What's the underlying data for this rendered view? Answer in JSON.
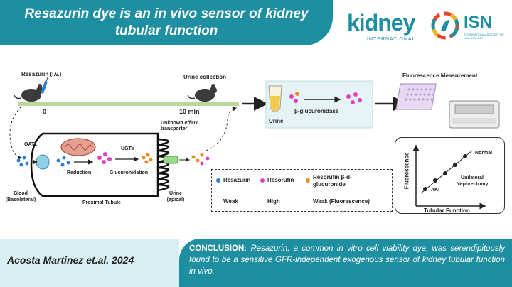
{
  "header": {
    "title": "Resazurin dye is an in vivo sensor of kidney tubular function",
    "kidney_logo": "kidney",
    "kidney_logo_sub": "INTERNATIONAL",
    "isn_logo": "ISN",
    "isn_logo_sub": "INTERNATIONAL SOCIETY OF NEPHROLOGY"
  },
  "timeline": {
    "start_label": "Resazurin (i.v.)",
    "end_label": "Urine collection",
    "start_time": "0",
    "end_time": "10 min"
  },
  "assay": {
    "urine_label": "Urine",
    "enzyme_label": "β-glucuronidase",
    "measurement_label": "Fluorescence Measurement"
  },
  "tubule": {
    "oat1": "OAT1",
    "reduction": "Reduction",
    "ugts": "UGTs",
    "glucuronidation": "Glucuronidation",
    "transporter": "Unknown efflux transporter",
    "blood": "Blood (Basolateral)",
    "proximal": "Proximal Tubule",
    "urine_apical": "Urine (apical)"
  },
  "legend": {
    "items": [
      {
        "name": "Resazurin",
        "signal": "Weak",
        "color": "#2a7fd4"
      },
      {
        "name": "Resorufin",
        "signal": "High",
        "color": "#e040c8"
      },
      {
        "name": "Resorufin β-d-glucuronide",
        "signal": "Weak (Fluorescence)",
        "color": "#f08a1c"
      }
    ]
  },
  "graph": {
    "y_label": "Fluorescence",
    "x_label": "Tubular Function",
    "normal": "Normal",
    "unilateral": "Unilateral Nephrectomy",
    "aki": "AKI"
  },
  "footer": {
    "author": "Acosta Martinez et.al. 2024",
    "conclusion_label": "CONCLUSION:",
    "conclusion_text": "Resazurin, a common in vitro cell viability dye, was serendipitously found to be a sensitive GFR-independent exogenous sensor of kidney tubular function in vivo."
  },
  "colors": {
    "teal": "#1e8fa0",
    "resazurin": "#2a7fd4",
    "resorufin": "#e040c8",
    "glucuronide": "#f08a1c"
  }
}
